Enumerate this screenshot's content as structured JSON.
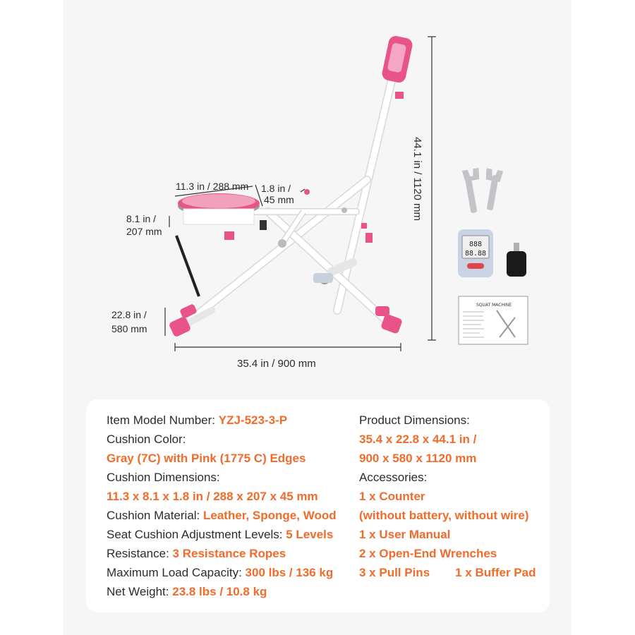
{
  "dimensions": {
    "seat_length": "11.3 in / 288 mm",
    "seat_thickness_in": "1.8 in /",
    "seat_thickness_mm": "45 mm",
    "seat_width_in": "8.1 in /",
    "seat_width_mm": "207 mm",
    "base_width_in": "22.8 in /",
    "base_width_mm": "580 mm",
    "length": "35.4 in / 900 mm",
    "height": "44.1 in / 1120 mm"
  },
  "manual_title": "SQUAT MACHINE",
  "counter_display": {
    "top": "888",
    "bottom": "88.88"
  },
  "colors": {
    "accent": "#f26b2a",
    "pink": "#e8548a",
    "frame": "#ffffff"
  },
  "specs": {
    "left": {
      "model_label": "Item Model Number: ",
      "model_value": "YZJ-523-3-P",
      "cushion_color_label": "Cushion Color:",
      "cushion_color_value": "Gray (7C) with Pink (1775 C) Edges",
      "cushion_dim_label": "Cushion Dimensions:",
      "cushion_dim_value": "11.3 x 8.1 x 1.8 in / 288 x 207 x 45 mm",
      "cushion_material_label": "Cushion Material: ",
      "cushion_material_value": "Leather, Sponge, Wood",
      "adjust_label": "Seat Cushion Adjustment Levels: ",
      "adjust_value": "5 Levels",
      "resistance_label": "Resistance: ",
      "resistance_value": "3 Resistance Ropes",
      "load_label": "Maximum Load Capacity: ",
      "load_value": "300 lbs / 136 kg",
      "weight_label": "Net Weight: ",
      "weight_value": "23.8 lbs / 10.8 kg"
    },
    "right": {
      "product_dim_label": "Product Dimensions:",
      "product_dim_value_in": "35.4 x 22.8 x 44.1 in /",
      "product_dim_value_mm": "900 x 580 x 1120 mm",
      "accessories_label": "Accessories:",
      "acc_counter": "1 x Counter",
      "acc_counter_note": "(without battery, without wire)",
      "acc_manual": "1 x User Manual",
      "acc_wrenches": "2 x Open-End Wrenches",
      "acc_pins": "3 x Pull Pins",
      "acc_buffer": "1 x Buffer Pad"
    }
  }
}
